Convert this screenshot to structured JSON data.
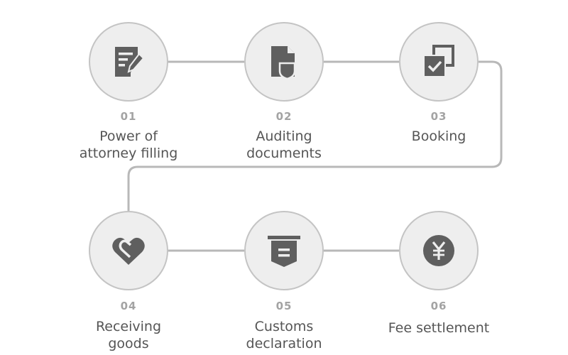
{
  "colors": {
    "node_fill": "#eeeeee",
    "node_border": "#c4c4c4",
    "connector": "#b8b8b8",
    "icon": "#5f5f5f",
    "number": "#a3a3a3",
    "label": "#555555"
  },
  "steps": [
    {
      "number": "01",
      "line1": "Power of",
      "line2": "attorney filling",
      "icon": "edit-form-icon"
    },
    {
      "number": "02",
      "line1": "Auditing",
      "line2": "documents",
      "icon": "document-shield-icon"
    },
    {
      "number": "03",
      "line1": "Booking",
      "line2": "",
      "icon": "booking-check-icon"
    },
    {
      "number": "04",
      "line1": "Receiving",
      "line2": "goods",
      "icon": "handshake-heart-icon"
    },
    {
      "number": "05",
      "line1": "Customs",
      "line2": "declaration",
      "icon": "declaration-banner-icon"
    },
    {
      "number": "06",
      "line1": "Fee settlement",
      "line2": "",
      "icon": "yen-coin-icon"
    }
  ]
}
